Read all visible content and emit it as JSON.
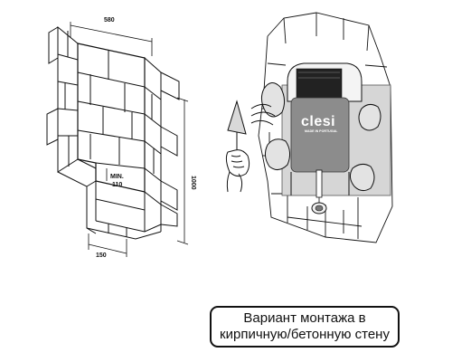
{
  "left_figure": {
    "dim_width": "580",
    "dim_height": "1000",
    "dim_min_line1": "MIN.",
    "dim_min_line2": "110",
    "dim_depth": "150"
  },
  "right_figure": {
    "brand": "clesi",
    "brand_sub": "MADE IN PORTUGAL"
  },
  "caption": {
    "line1": "Вариант монтажа в",
    "line2": "кирпичную/бетонную стену"
  },
  "colors": {
    "line": "#111111",
    "panel_gray": "#d6d6d6",
    "tank_gray": "#8c8c8c",
    "blob_fill": "#e3e3e3"
  }
}
